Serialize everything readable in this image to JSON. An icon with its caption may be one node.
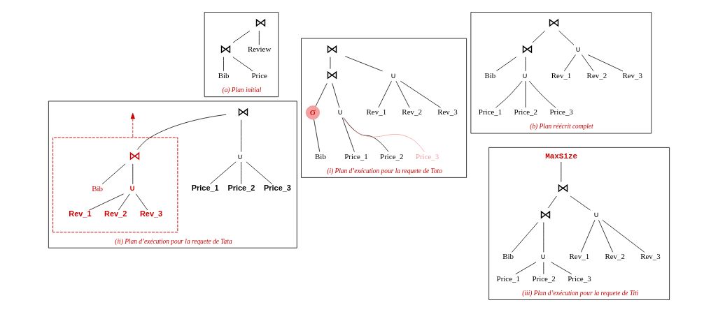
{
  "diagram": {
    "nodes": [
      {
        "text": [
          "(a) Plan initial"
        ]
      },
      {
        "text": [
          "⋈"
        ],
        "in": 0
      },
      {
        "text": [
          "⋈"
        ],
        "in": 0
      },
      {
        "text": [
          "Review"
        ],
        "in": 0
      },
      {
        "text": [
          "Bib"
        ],
        "in": 0
      },
      {
        "text": [
          "Price"
        ],
        "in": 0
      },
      {
        "text": [
          "(b) Plan réécrit complet"
        ]
      },
      {
        "text": [
          "⋈"
        ],
        "in": 6
      },
      {
        "text": [
          "⋈"
        ],
        "in": 6
      },
      {
        "text": [
          "∪"
        ],
        "in": 6
      },
      {
        "text": [
          "Bib"
        ],
        "in": 6
      },
      {
        "text": [
          "∪"
        ],
        "in": 6
      },
      {
        "text": [
          "Rev_1"
        ],
        "in": 6
      },
      {
        "text": [
          "Rev_2"
        ],
        "in": 6
      },
      {
        "text": [
          "Rev_3"
        ],
        "in": 6
      },
      {
        "text": [
          "Price_1"
        ],
        "in": 6
      },
      {
        "text": [
          "Price_2"
        ],
        "in": 6
      },
      {
        "text": [
          "Price_3"
        ],
        "in": 6
      },
      {
        "text": [
          "(i) Plan d’exécution pour la requete de Toto"
        ]
      },
      {
        "text": [
          "⋈"
        ],
        "in": 18
      },
      {
        "text": [
          "⋈"
        ],
        "in": 18
      },
      {
        "text": [
          "∪"
        ],
        "in": 18
      },
      {
        "text": [
          "σ"
        ],
        "in": 18
      },
      {
        "text": [
          "∪"
        ],
        "in": 18
      },
      {
        "text": [
          "Rev_1"
        ],
        "in": 18
      },
      {
        "text": [
          "Rev_2"
        ],
        "in": 18
      },
      {
        "text": [
          "Rev_3"
        ],
        "in": 18
      },
      {
        "text": [
          "Bib"
        ],
        "in": 18
      },
      {
        "text": [
          "Price_1"
        ],
        "in": 18
      },
      {
        "text": [
          "Price_2"
        ],
        "in": 18
      },
      {
        "text": [
          "Price_3"
        ],
        "in": 18
      },
      {
        "text": [
          "(ii) Plan d’exécution pour la requete de Tata"
        ]
      },
      {
        "text": [
          "⋈"
        ],
        "in": 31
      },
      {
        "text": [],
        "shape": "box",
        "in": 31
      },
      {
        "text": [
          "⋈"
        ],
        "in": 33
      },
      {
        "text": [
          "∪"
        ],
        "in": 31
      },
      {
        "text": [
          "Bib"
        ],
        "in": 33
      },
      {
        "text": [
          "∪"
        ],
        "in": 33
      },
      {
        "text": [
          "Price_1"
        ],
        "in": 31
      },
      {
        "text": [
          "Price_2"
        ],
        "in": 31
      },
      {
        "text": [
          "Price_3"
        ],
        "in": 31
      },
      {
        "text": [
          "Rev_1"
        ],
        "in": 33
      },
      {
        "text": [
          "Rev_2"
        ],
        "in": 33
      },
      {
        "text": [
          "Rev_3"
        ],
        "in": 33
      },
      {
        "text": [
          "(iii) Plan d’exécution pour la requete de Titi"
        ]
      },
      {
        "text": [
          "MaxSize"
        ],
        "in": 44
      },
      {
        "text": [
          "⋈"
        ],
        "in": 44
      },
      {
        "text": [
          "⋈"
        ],
        "in": 44
      },
      {
        "text": [
          "∪"
        ],
        "in": 44
      },
      {
        "text": [
          "Bib"
        ],
        "in": 44
      },
      {
        "text": [
          "∪"
        ],
        "in": 44
      },
      {
        "text": [
          "Rev_1"
        ],
        "in": 44
      },
      {
        "text": [
          "Rev_2"
        ],
        "in": 44
      },
      {
        "text": [
          "Rev_3"
        ],
        "in": 44
      },
      {
        "text": [
          "Price_1"
        ],
        "in": 44
      },
      {
        "text": [
          "Price_2"
        ],
        "in": 44
      },
      {
        "text": [
          "Price_3"
        ],
        "in": 44
      }
    ],
    "edges": [
      {
        "from": 1,
        "to": 2,
        "arrow": "none"
      },
      {
        "from": 1,
        "to": 3,
        "arrow": "none"
      },
      {
        "from": 2,
        "to": 4,
        "arrow": "none"
      },
      {
        "from": 2,
        "to": 5,
        "arrow": "none"
      },
      {
        "from": 7,
        "to": 8,
        "arrow": "none"
      },
      {
        "from": 7,
        "to": 9,
        "arrow": "none"
      },
      {
        "from": 8,
        "to": 10,
        "arrow": "none"
      },
      {
        "from": 8,
        "to": 11,
        "arrow": "none"
      },
      {
        "from": 9,
        "to": 12,
        "arrow": "none"
      },
      {
        "from": 9,
        "to": 13,
        "arrow": "none"
      },
      {
        "from": 9,
        "to": 14,
        "arrow": "none"
      },
      {
        "from": 11,
        "to": 15,
        "arrow": "none"
      },
      {
        "from": 11,
        "to": 16,
        "arrow": "none"
      },
      {
        "from": 11,
        "to": 17,
        "arrow": "none"
      },
      {
        "from": 19,
        "to": 20,
        "arrow": "none"
      },
      {
        "from": 19,
        "to": 21,
        "arrow": "none"
      },
      {
        "from": 20,
        "to": 22,
        "arrow": "none"
      },
      {
        "from": 20,
        "to": 23,
        "arrow": "none"
      },
      {
        "from": 21,
        "to": 24,
        "arrow": "none"
      },
      {
        "from": 21,
        "to": 25,
        "arrow": "none"
      },
      {
        "from": 21,
        "to": 26,
        "arrow": "none"
      },
      {
        "from": 22,
        "to": 27,
        "arrow": "none"
      },
      {
        "from": 23,
        "to": 28,
        "arrow": "none"
      },
      {
        "from": 23,
        "to": 29,
        "arrow": "none"
      },
      {
        "from": 23,
        "to": 30,
        "arrow": "none",
        "color": "#f4a0a0"
      },
      {
        "from": 32,
        "to": 34,
        "arrow": "none"
      },
      {
        "from": 32,
        "to": 35,
        "arrow": "none"
      },
      {
        "from": 34,
        "to": 36,
        "arrow": "none"
      },
      {
        "from": 34,
        "to": 37,
        "arrow": "none"
      },
      {
        "from": 35,
        "to": 38,
        "arrow": "none"
      },
      {
        "from": 35,
        "to": 39,
        "arrow": "none"
      },
      {
        "from": 35,
        "to": 40,
        "arrow": "none"
      },
      {
        "from": 37,
        "to": 41,
        "arrow": "none"
      },
      {
        "from": 37,
        "to": 42,
        "arrow": "none"
      },
      {
        "from": 37,
        "to": 43,
        "arrow": "none"
      },
      {
        "from": 33,
        "to": null,
        "arrow": "to",
        "style": "dashed",
        "color": "#cc0000"
      },
      {
        "from": 45,
        "to": 46,
        "arrow": "none"
      },
      {
        "from": 46,
        "to": 47,
        "arrow": "none"
      },
      {
        "from": 46,
        "to": 48,
        "arrow": "none"
      },
      {
        "from": 47,
        "to": 49,
        "arrow": "none"
      },
      {
        "from": 47,
        "to": 50,
        "arrow": "none"
      },
      {
        "from": 48,
        "to": 51,
        "arrow": "none"
      },
      {
        "from": 48,
        "to": 52,
        "arrow": "none"
      },
      {
        "from": 48,
        "to": 53,
        "arrow": "none"
      },
      {
        "from": 50,
        "to": 54,
        "arrow": "none"
      },
      {
        "from": 50,
        "to": 55,
        "arrow": "none"
      },
      {
        "from": 50,
        "to": 56,
        "arrow": "none"
      }
    ]
  }
}
